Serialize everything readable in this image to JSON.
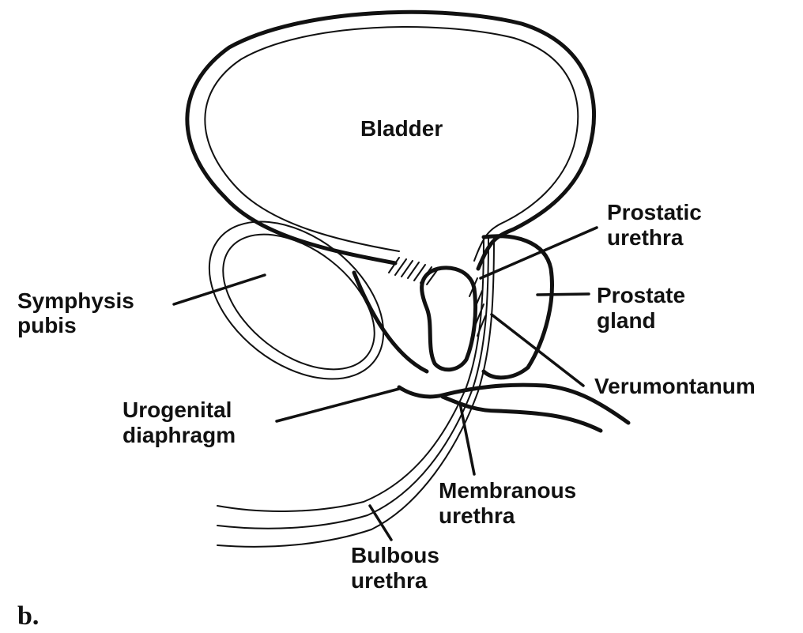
{
  "panel_label": "b.",
  "labels": {
    "bladder": "Bladder",
    "prostatic_urethra": [
      "Prostatic",
      "urethra"
    ],
    "symphysis_pubis": [
      "Symphysis",
      "pubis"
    ],
    "prostate_gland": [
      "Prostate",
      "gland"
    ],
    "verumontanum": "Verumontanum",
    "urogenital_diaphragm": [
      "Urogenital",
      "diaphragm"
    ],
    "membranous_urethra": [
      "Membranous",
      "urethra"
    ],
    "bulbous_urethra": [
      "Bulbous",
      "urethra"
    ]
  }
}
